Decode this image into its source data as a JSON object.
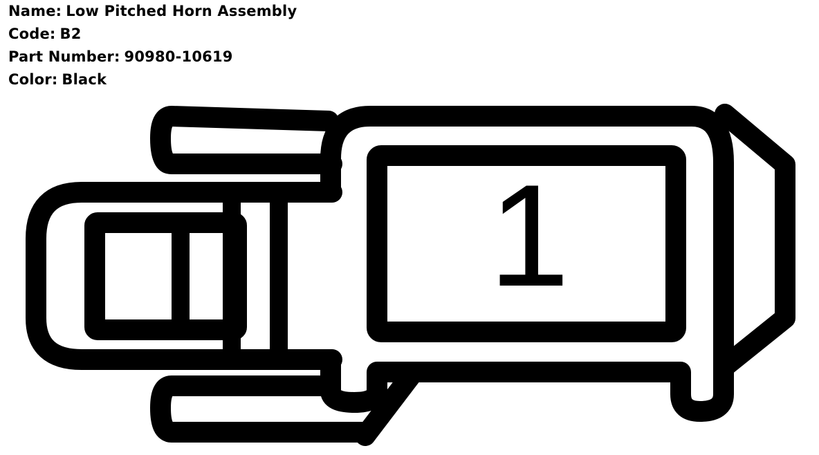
{
  "part": {
    "name_label": "Name:",
    "name_value": "Low Pitched Horn Assembly",
    "code_label": "Code:",
    "code_value": "B2",
    "part_number_label": "Part Number:",
    "part_number_value": "90980-10619",
    "color_label": "Color:",
    "color_value": "Black"
  },
  "connector": {
    "pin_number": "1",
    "stroke_color": "#000000",
    "fill_color": "#ffffff"
  }
}
